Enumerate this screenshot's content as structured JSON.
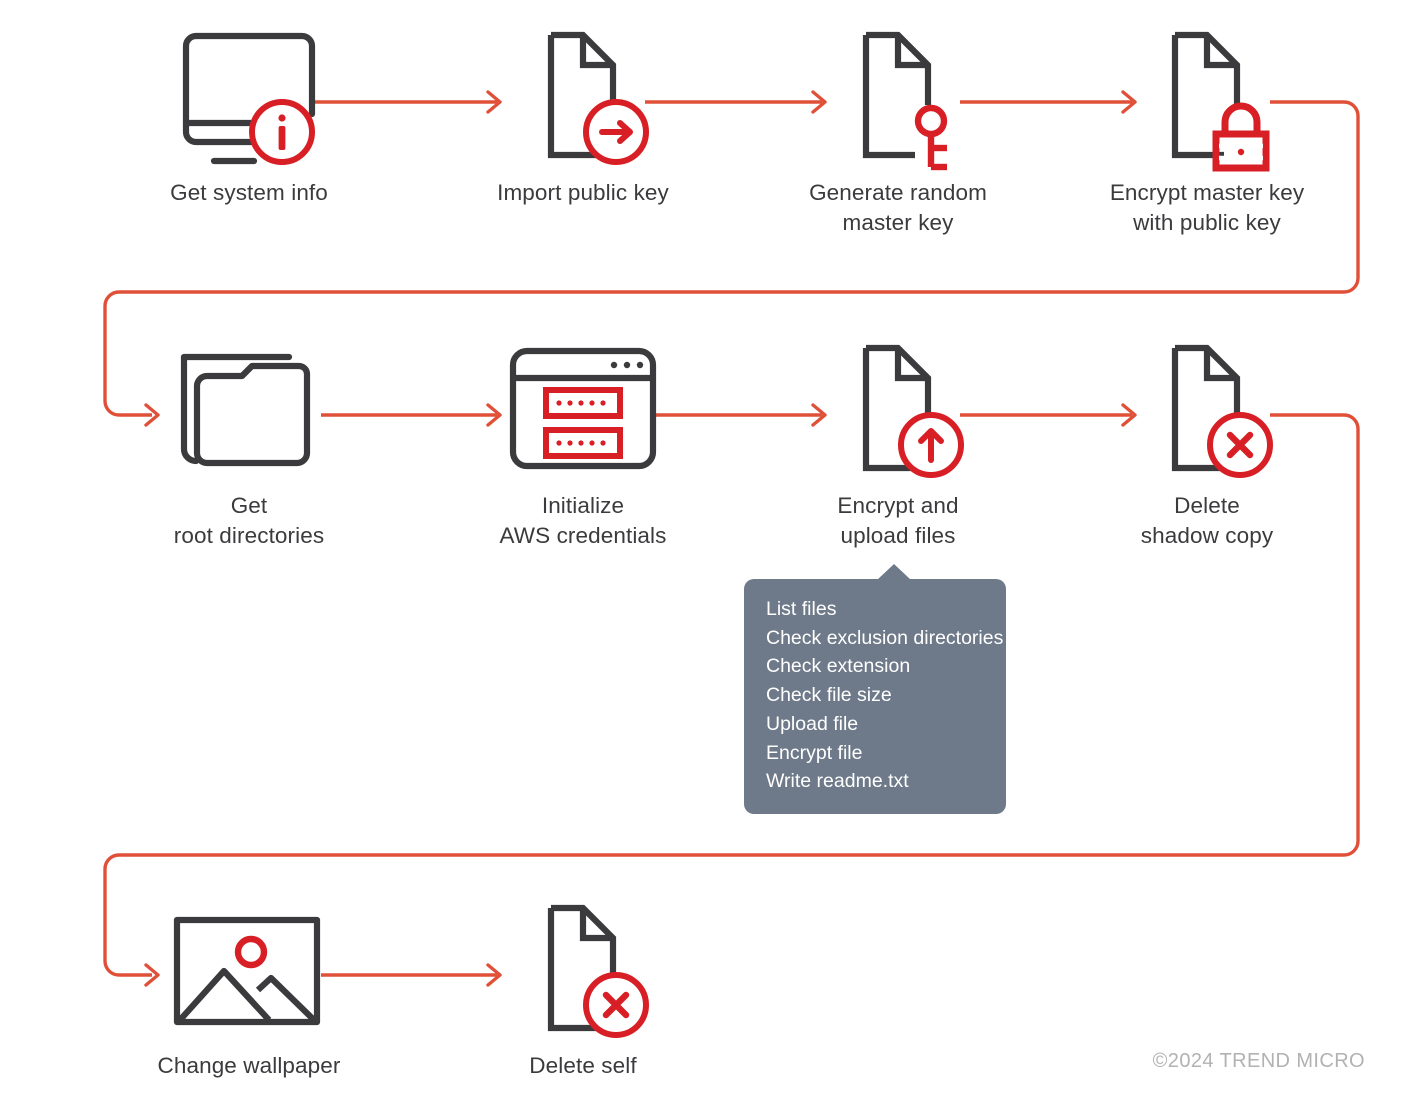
{
  "colors": {
    "connector": "#e05038",
    "accent_red": "#d81f26",
    "icon_dark": "#3b3b3e",
    "callout_bg": "#6e7a89",
    "callout_text": "#ffffff",
    "label_text": "#3b3b3e",
    "copyright_text": "#b2b2b2",
    "background": "#ffffff"
  },
  "diagram": {
    "type": "flowchart",
    "title": "",
    "rows": [
      {
        "index": 1,
        "nodes": [
          {
            "id": "get-system-info",
            "label": "Get system info",
            "icon": "monitor-icon",
            "badge": "info-badge-icon"
          },
          {
            "id": "import-public-key",
            "label": "Import public key",
            "icon": "document-icon",
            "badge": "arrow-right-badge-icon"
          },
          {
            "id": "generate-random-master-key",
            "label": "Generate random\nmaster key",
            "icon": "document-icon",
            "badge": "key-icon"
          },
          {
            "id": "encrypt-master-key",
            "label": "Encrypt master key\nwith public key",
            "icon": "document-icon",
            "badge": "lock-icon"
          }
        ]
      },
      {
        "index": 2,
        "nodes": [
          {
            "id": "get-root-directories",
            "label": "Get\nroot directories",
            "icon": "folder-icon",
            "badge": ""
          },
          {
            "id": "initialize-aws-credentials",
            "label": "Initialize\nAWS credentials",
            "icon": "browser-credentials-icon",
            "badge": ""
          },
          {
            "id": "encrypt-and-upload-files",
            "label": "Encrypt and\nupload files",
            "icon": "document-icon",
            "badge": "upload-badge-icon"
          },
          {
            "id": "delete-shadow-copy",
            "label": "Delete\nshadow copy",
            "icon": "document-icon",
            "badge": "delete-x-badge-icon"
          }
        ]
      },
      {
        "index": 3,
        "nodes": [
          {
            "id": "change-wallpaper",
            "label": "Change wallpaper",
            "icon": "image-icon",
            "badge": ""
          },
          {
            "id": "delete-self",
            "label": "Delete self",
            "icon": "document-icon",
            "badge": "delete-x-badge-icon"
          }
        ]
      }
    ]
  },
  "callout": {
    "anchor_node": "encrypt-and-upload-files",
    "items": [
      "List files",
      "Check exclusion directories",
      "Check extension",
      "Check file size",
      "Upload file",
      "Encrypt file",
      "Write readme.txt"
    ]
  },
  "footer": {
    "copyright": "©2024 TREND MICRO"
  }
}
